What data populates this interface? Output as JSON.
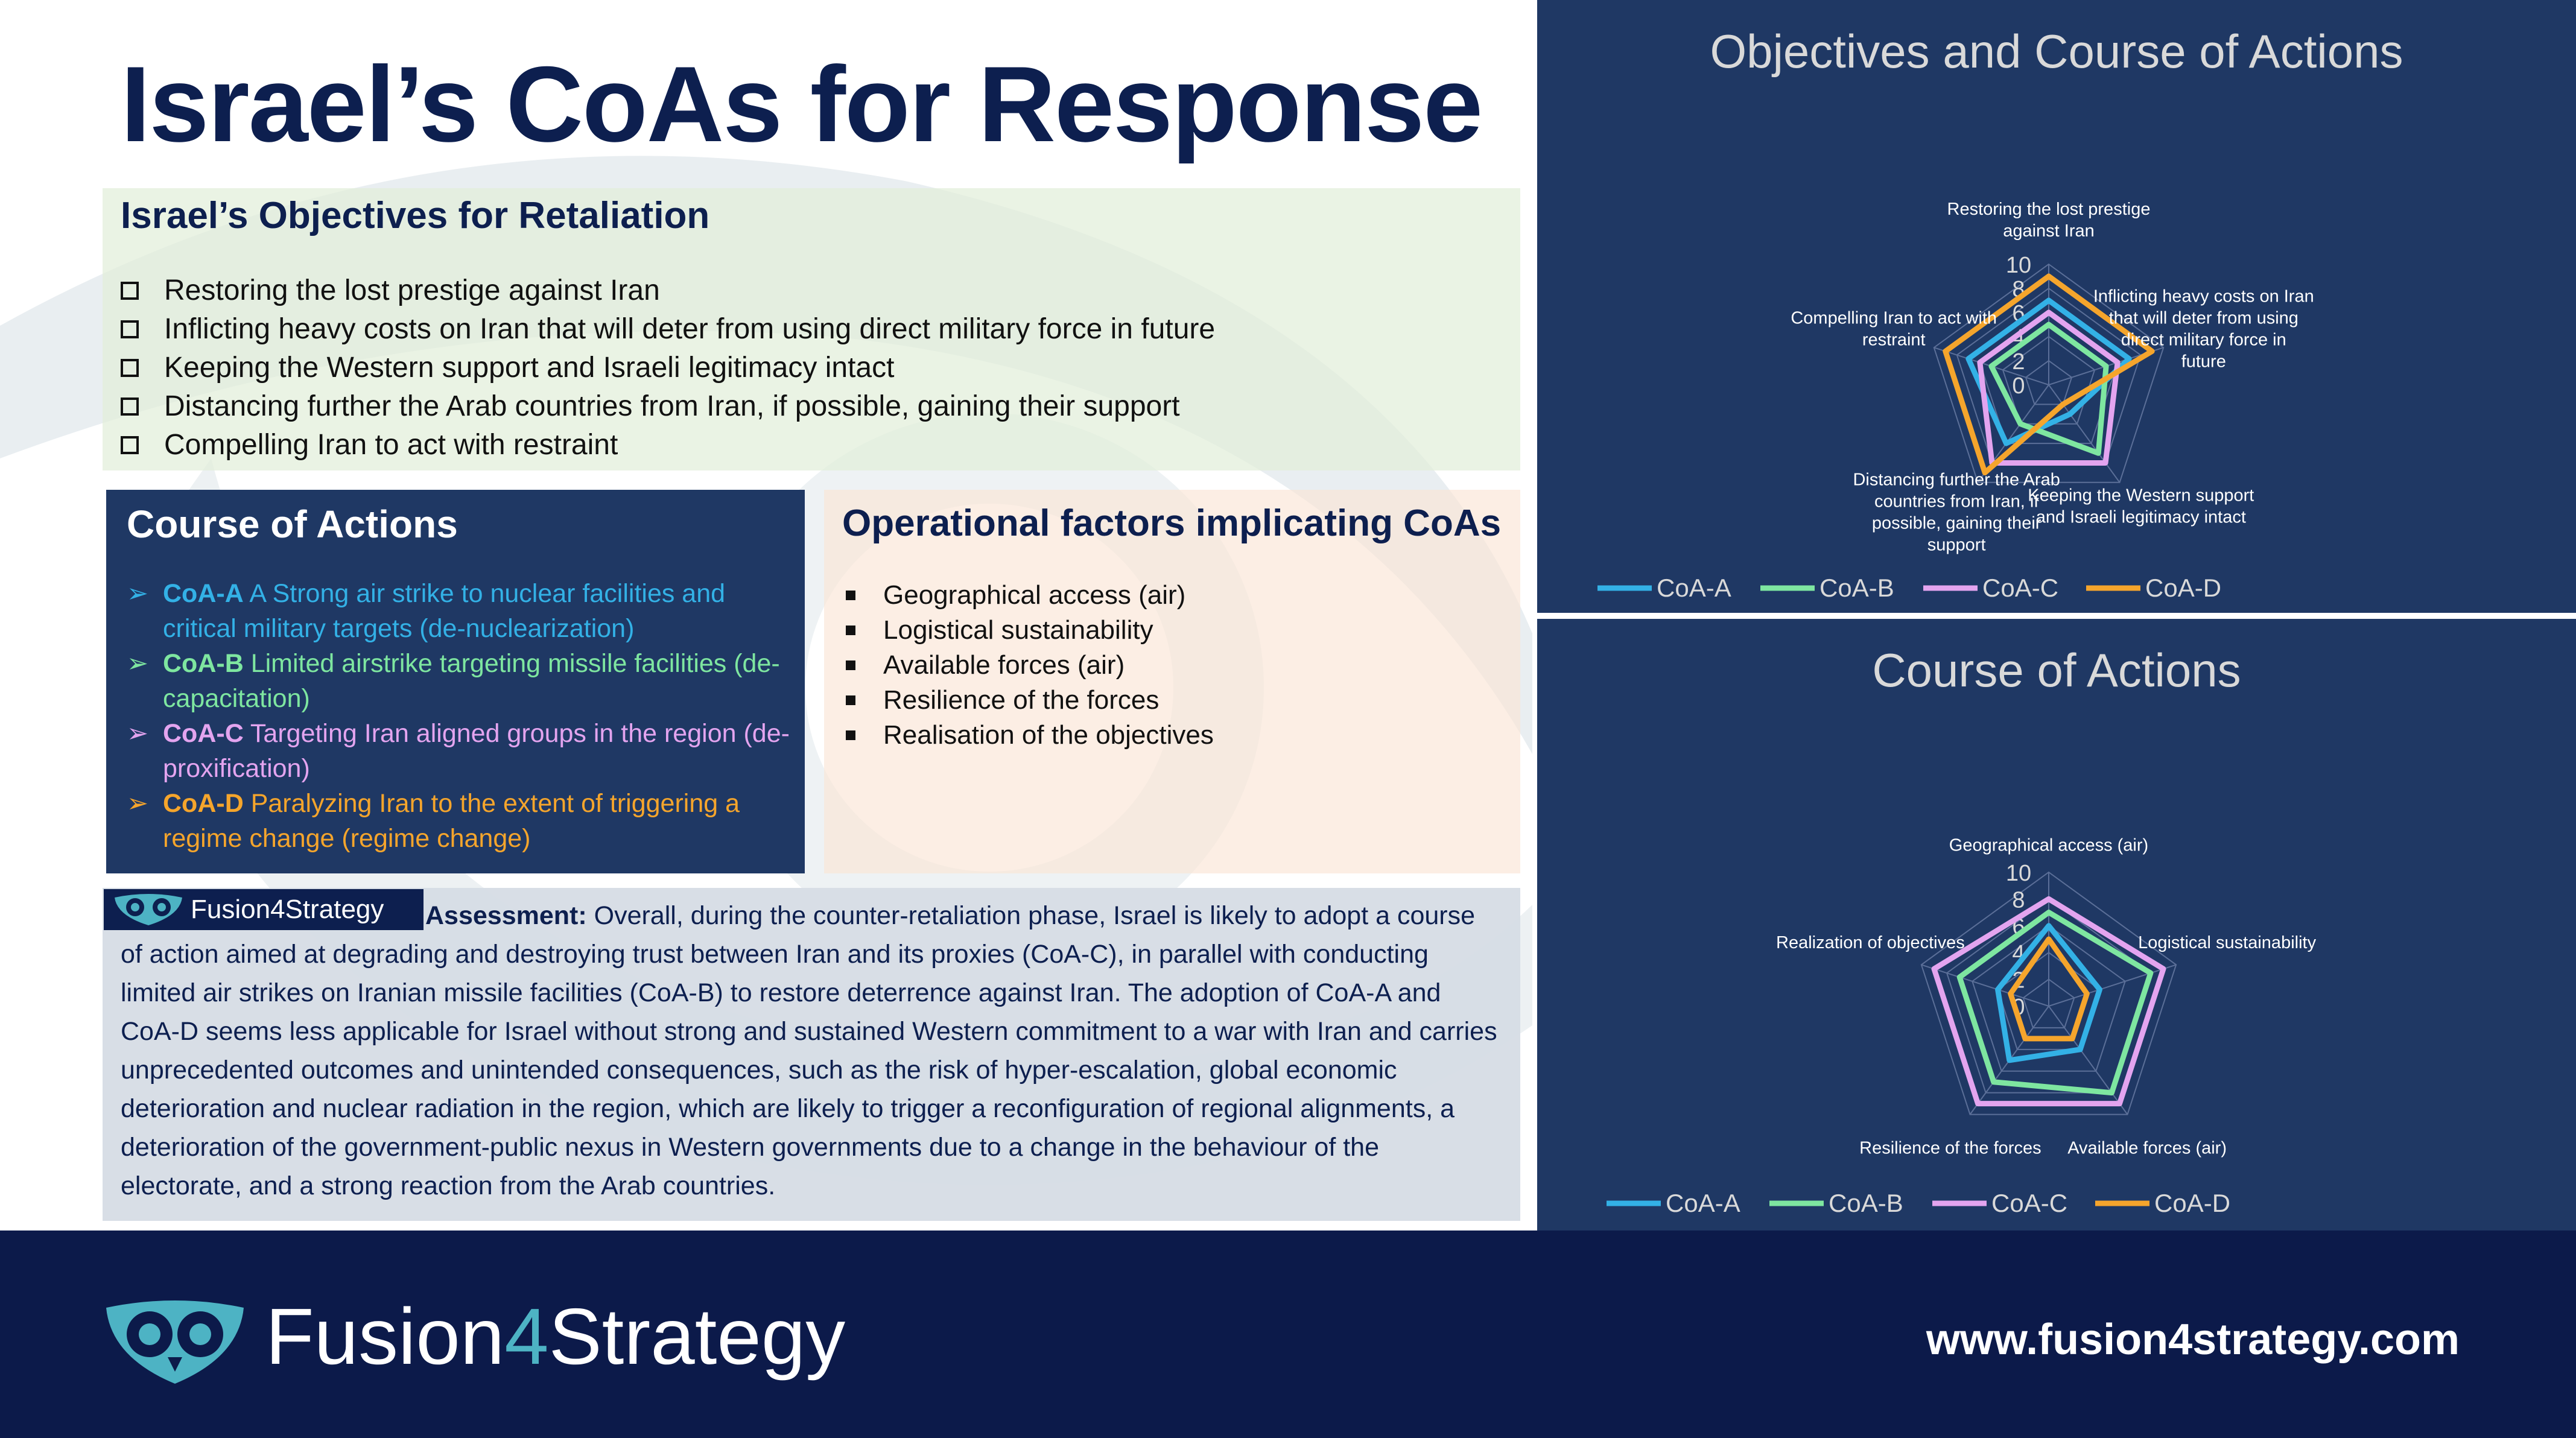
{
  "title": "Israel’s CoAs for Response",
  "objectives": {
    "heading": "Israel’s Objectives for Retaliation",
    "items": [
      "Restoring the lost prestige against Iran",
      "Inflicting heavy costs on Iran that will deter from using direct military force in future",
      "Keeping the Western support and Israeli legitimacy intact",
      "Distancing further the Arab countries from Iran, if possible, gaining their support",
      "Compelling Iran to act with restraint"
    ]
  },
  "course_of_actions": {
    "heading": "Course of Actions",
    "items": [
      {
        "code": "CoA-A",
        "text": "A Strong air strike to nuclear facilities and critical military targets (de-nuclearization)",
        "color": "#33b1e6"
      },
      {
        "code": "CoA-B",
        "text": "Limited airstrike targeting missile facilities (de-capacitation)",
        "color": "#7ee6a0"
      },
      {
        "code": "CoA-C",
        "text": "Targeting Iran aligned groups in the region (de-proxification)",
        "color": "#e3a4ef"
      },
      {
        "code": "CoA-D",
        "text": "Paralyzing Iran to the extent of triggering a regime change (regime change)",
        "color": "#f5a52c"
      }
    ]
  },
  "operational_factors": {
    "heading": "Operational factors implicating CoAs",
    "items": [
      "Geographical access (air)",
      "Logistical sustainability",
      "Available forces (air)",
      "Resilience of the forces",
      "Realisation of the objectives"
    ]
  },
  "assessment": {
    "logo_text": "Fusion4Strategy",
    "label": "Assessment:",
    "text": " Overall, during the counter-retaliation phase, Israel is likely to adopt a course of action aimed at degrading and destroying trust between Iran and its proxies (CoA-C), in parallel with conducting limited air strikes on Iranian missile facilities (CoA-B) to restore deterrence against Iran. The adoption of CoA-A and CoA-D seems less applicable for Israel without strong and sustained Western commitment to a war with Iran and carries unprecedented outcomes and unintended consequences, such as the risk of hyper-escalation, global economic deterioration and nuclear radiation in the region, which are likely to trigger a reconfiguration of regional alignments, a deterioration of the government-public nexus in Western governments due to a change in the behaviour of the electorate, and a strong reaction from the Arab countries."
  },
  "footer": {
    "brand_main": "Fusion",
    "brand_four": "4",
    "brand_end": "Strategy",
    "url": "www.fusion4strategy.com"
  },
  "colors": {
    "navy": "#1f3864",
    "footer_navy": "#0c1a4a",
    "coa_a": "#33b1e6",
    "coa_b": "#7ee6a0",
    "coa_c": "#e3a4ef",
    "coa_d": "#f5a52c"
  },
  "chart_data": [
    {
      "type": "radar",
      "title": "Objectives and Course of Actions",
      "axes": [
        "Restoring the lost prestige against Iran",
        "Inflicting heavy costs on Iran that will deter from using direct military force in future",
        "Keeping the Western support and Israeli legitimacy intact",
        "Distancing further the Arab countries from Iran, if possible, gaining their support",
        "Compelling Iran to act with restraint"
      ],
      "rlim": [
        0,
        10
      ],
      "ticks": [
        "0",
        "2",
        "4",
        "6",
        "8",
        "10"
      ],
      "legend": "bottom",
      "series": [
        {
          "name": "CoA-A",
          "values": [
            7,
            7,
            3,
            6,
            7
          ],
          "color": "#33b1e6"
        },
        {
          "name": "CoA-B",
          "values": [
            5,
            5,
            7,
            4,
            5
          ],
          "color": "#7ee6a0"
        },
        {
          "name": "CoA-C",
          "values": [
            6,
            6,
            8,
            8,
            6
          ],
          "color": "#e3a4ef"
        },
        {
          "name": "CoA-D",
          "values": [
            9,
            9,
            2,
            9,
            9
          ],
          "color": "#f5a52c"
        }
      ]
    },
    {
      "type": "radar",
      "title": "Course of Actions",
      "axes": [
        "Geographical access (air)",
        "Logistical sustainability",
        "Available forces (air)",
        "Resilience of the forces",
        "Realization of objectives"
      ],
      "rlim": [
        0,
        10
      ],
      "ticks": [
        "0",
        "2",
        "4",
        "6",
        "8",
        "10"
      ],
      "legend": "bottom",
      "series": [
        {
          "name": "CoA-A",
          "values": [
            6,
            4,
            4,
            5,
            4
          ],
          "color": "#33b1e6"
        },
        {
          "name": "CoA-B",
          "values": [
            7,
            8,
            8,
            7,
            7
          ],
          "color": "#7ee6a0"
        },
        {
          "name": "CoA-C",
          "values": [
            8,
            9,
            9,
            9,
            9
          ],
          "color": "#e3a4ef"
        },
        {
          "name": "CoA-D",
          "values": [
            5,
            3,
            3,
            3,
            3
          ],
          "color": "#f5a52c"
        }
      ]
    }
  ]
}
